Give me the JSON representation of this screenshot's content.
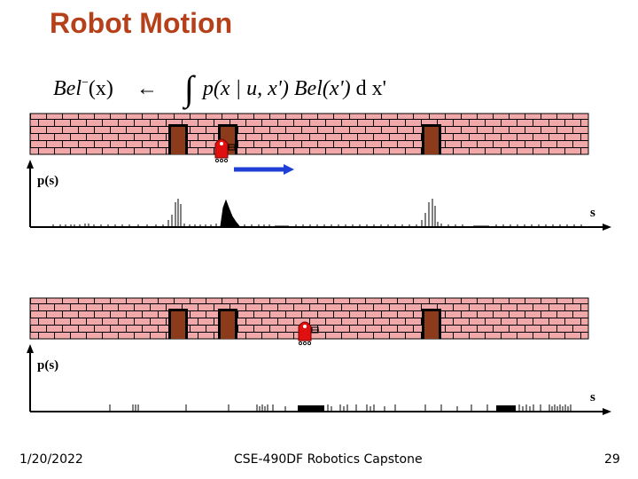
{
  "slide": {
    "title": "Robot Motion",
    "formula": {
      "lhs": "Bel",
      "lhs_sup": "−",
      "lhs_arg": "(x)",
      "arrow": "←",
      "integral": "∫",
      "integrand_p": "p(x | u, x')",
      "integrand_bel": "Bel(x')",
      "differential": "d x'"
    }
  },
  "panels": [
    {
      "id": "before-motion",
      "y_label": "p(s)",
      "x_label": "s",
      "has_motion_arrow": true,
      "motion_arrow_color": "#1f3fd6"
    },
    {
      "id": "after-motion",
      "y_label": "p(s)",
      "x_label": "s",
      "has_motion_arrow": false
    }
  ],
  "colors": {
    "title": "#b5401a",
    "brick": "#f0a8a8",
    "mortar": "#000000",
    "door": "#8b3a1a",
    "robot": "#e01010",
    "arrow": "#1f3fd6"
  },
  "footer": {
    "date": "1/20/2022",
    "course": "CSE-490DF Robotics Capstone",
    "page": "29"
  }
}
